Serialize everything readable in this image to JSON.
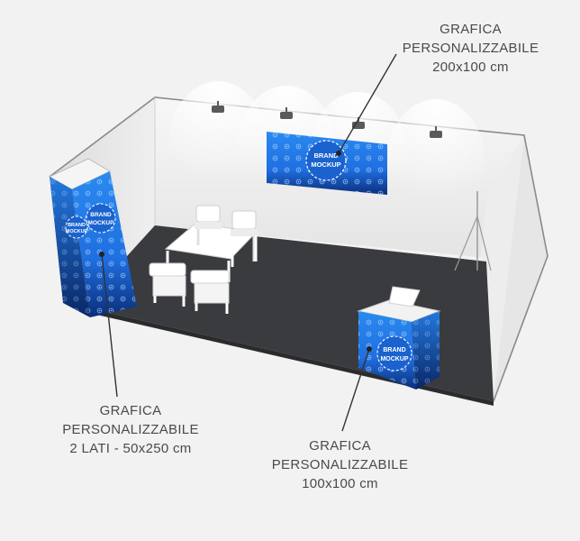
{
  "labels": {
    "wall_graphic": {
      "line1": "GRAFICA",
      "line2": "PERSONALIZZABILE",
      "line3": "200x100 cm"
    },
    "tower_graphic": {
      "line1": "GRAFICA",
      "line2": "PERSONALIZZABILE",
      "line3": "2 LATI - 50x250 cm"
    },
    "counter_graphic": {
      "line1": "GRAFICA",
      "line2": "PERSONALIZZABILE",
      "line3": "100x100 cm"
    }
  },
  "brand_mark": {
    "line1": "BRAND",
    "line2": "MOCKUP"
  },
  "colors": {
    "background": "#f2f2f2",
    "floor": "#3a3b3e",
    "wall": "#efefef",
    "graphic_blue": "#1f7ee8",
    "graphic_dark": "#0a2e7a",
    "label_text": "#4a4a4a"
  }
}
